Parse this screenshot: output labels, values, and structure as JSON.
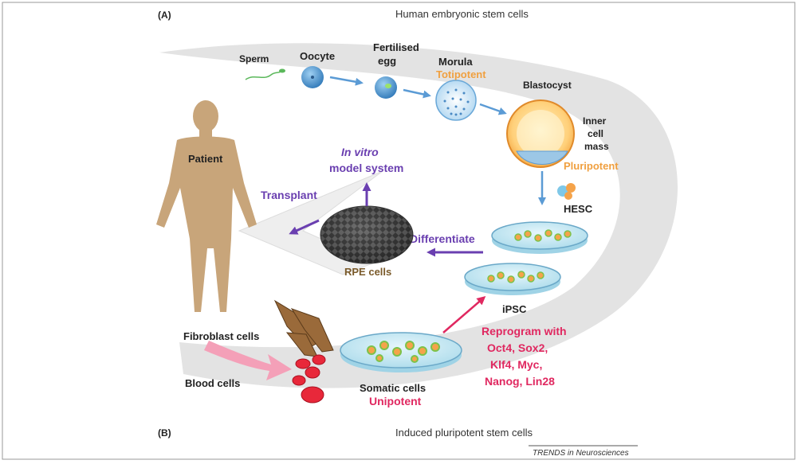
{
  "panels": {
    "a_label": "(A)",
    "b_label": "(B)",
    "top_title": "Human embryonic stem cells",
    "bottom_title": "Induced pluripotent stem cells",
    "source": "TRENDS in Neurosciences"
  },
  "top_path": {
    "sperm": "Sperm",
    "oocyte": "Oocyte",
    "fertilised_1": "Fertilised",
    "fertilised_2": "egg",
    "morula": "Morula",
    "totipotent": "Totipotent",
    "blastocyst": "Blastocyst",
    "icm_1": "Inner",
    "icm_2": "cell",
    "icm_3": "mass",
    "pluripotent": "Pluripotent",
    "hesc": "HESC"
  },
  "center": {
    "in_vitro_1": "In vitro",
    "in_vitro_2": "model system",
    "transplant": "Transplant",
    "differentiate": "Differentiate",
    "rpe": "RPE cells",
    "ipsc": "iPSC",
    "patient": "Patient"
  },
  "bottom_path": {
    "fibroblast": "Fibroblast cells",
    "blood": "Blood cells",
    "somatic": "Somatic cells",
    "unipotent": "Unipotent",
    "reprogram": [
      "Reprogram with",
      "Oct4, Sox2,",
      "Klf4, Myc,",
      "Nanog, Lin28"
    ]
  },
  "colors": {
    "orange": "#f0a040",
    "purple": "#6a3fb0",
    "red": "#e02860",
    "blue_arrow": "#5b9bd5",
    "skin": "#c8a57a",
    "band": "#e3e3e3"
  }
}
